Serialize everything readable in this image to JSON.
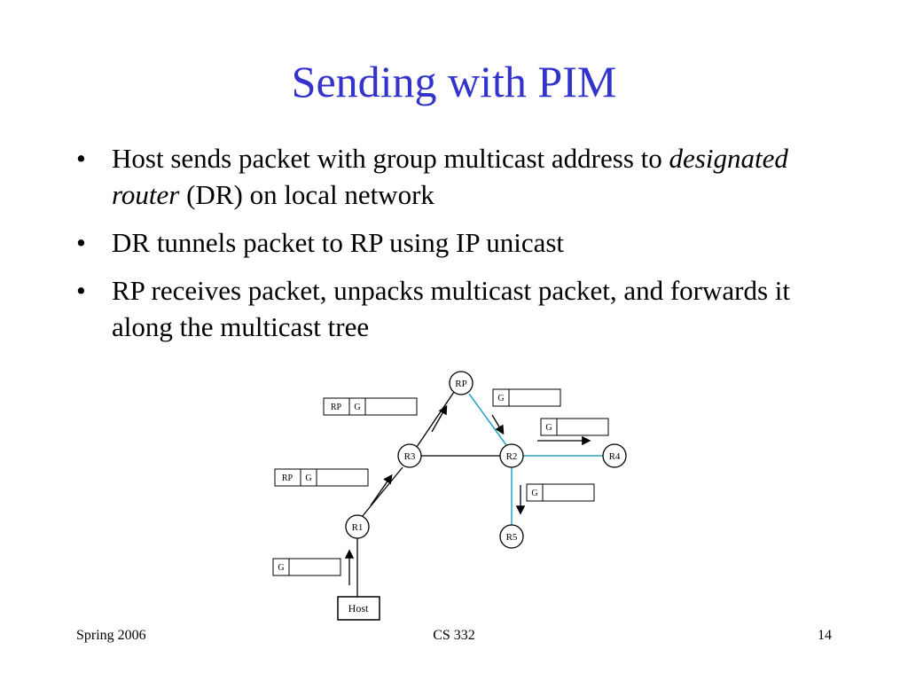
{
  "slide": {
    "title": "Sending with PIM",
    "bullets": [
      {
        "segments": [
          {
            "text": "Host sends packet with group multicast address to ",
            "italic": false
          },
          {
            "text": "designated router",
            "italic": true
          },
          {
            "text": " (DR) on local network",
            "italic": false
          }
        ]
      },
      {
        "segments": [
          {
            "text": "DR tunnels packet to RP using IP unicast",
            "italic": false
          }
        ]
      },
      {
        "segments": [
          {
            "text": "RP receives packet, unpacks multicast packet, and forwards it along the multicast tree",
            "italic": false
          }
        ]
      }
    ]
  },
  "diagram": {
    "nodes": {
      "rp": "RP",
      "r3": "R3",
      "r2": "R2",
      "r4": "R4",
      "r1": "R1",
      "r5": "R5",
      "host": "Host"
    },
    "packets": {
      "encap_outer": "RP",
      "group": "G"
    },
    "colors": {
      "multicast_link": "#29a3c9",
      "plain_link": "#000000",
      "packet_fill": "#ffffff"
    }
  },
  "footer": {
    "left": "Spring 2006",
    "center": "CS 332",
    "right": "14"
  }
}
